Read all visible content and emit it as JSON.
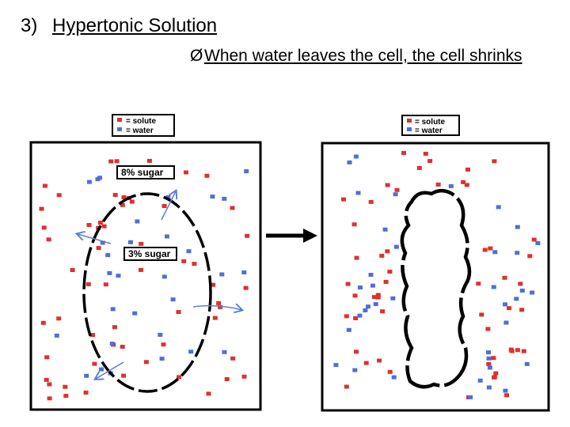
{
  "slide": {
    "number": "3)",
    "title": "Hypertonic Solution",
    "bullet_symbol": "Ø",
    "bullet_text": "When water leaves the cell, the cell shrinks"
  },
  "diagram": {
    "left_panel": {
      "legend": {
        "solute_label": "= solute",
        "water_label": "= water"
      },
      "outside_label": "8% sugar",
      "inside_label": "3% sugar"
    },
    "right_panel": {
      "legend": {
        "solute_label": "= solute",
        "water_label": "= water"
      }
    },
    "colors": {
      "solute": "#e0302e",
      "water": "#4f6fd6",
      "border": "#000000",
      "arrow": "#5b7fd0"
    }
  }
}
